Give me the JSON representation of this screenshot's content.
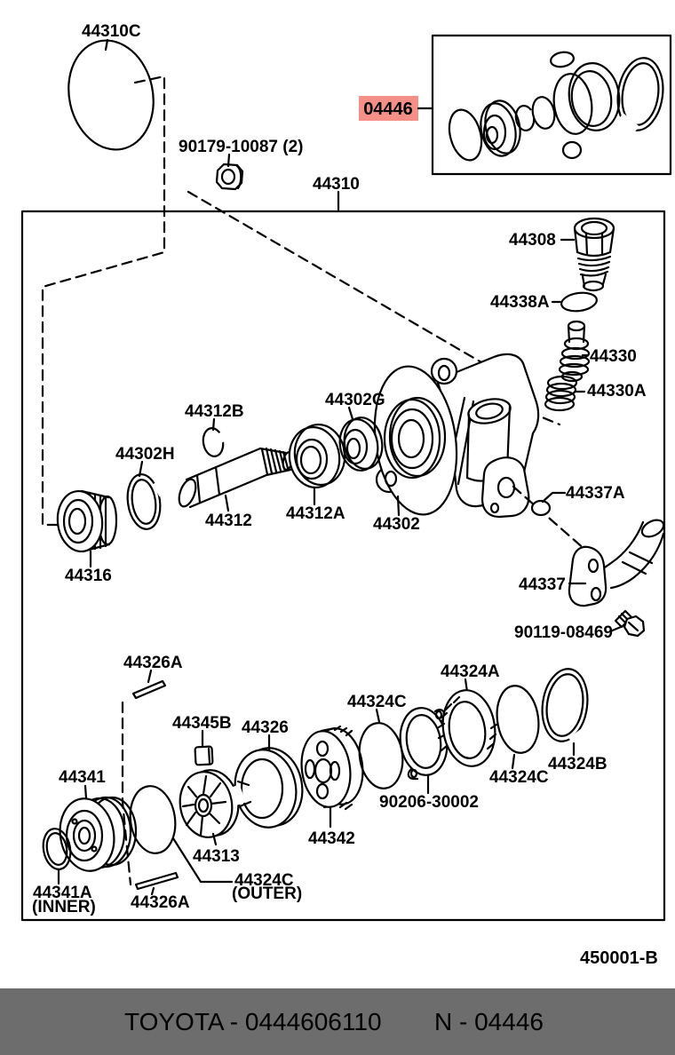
{
  "inset": {
    "highlight_label": "04446",
    "highlight_bg": "#F59089",
    "highlight_fg": "#7E0B0B"
  },
  "parts": {
    "p44310c": "44310C",
    "p90179": "90179-10087 (2)",
    "p44310": "44310",
    "p44308": "44308",
    "p44338a": "44338A",
    "p44330": "44330",
    "p44330a": "44330A",
    "p44302g": "44302G",
    "p44312b": "44312B",
    "p44302h": "44302H",
    "p44316": "44316",
    "p44312": "44312",
    "p44312a": "44312A",
    "p44302": "44302",
    "p44337a": "44337A",
    "p44337": "44337",
    "p90119": "90119-08469",
    "p44326a_top": "44326A",
    "p44345b": "44345B",
    "p44326": "44326",
    "p44324c_left": "44324C",
    "p44324a": "44324A",
    "p90206": "90206-30002",
    "p44324c_mid": "44324C",
    "p44324b": "44324B",
    "p44342": "44342",
    "p44313": "44313",
    "p44341": "44341",
    "p44341a": "44341A",
    "p44341a_note": "(INNER)",
    "p44326a_bottom": "44326A",
    "p44324c_outer": "44324C",
    "p44324c_outer_note": "(OUTER)"
  },
  "ref_code": "450001-B",
  "footer": {
    "brand_code": "TOYOTA - 0444606110",
    "part_code": "N - 04446",
    "bg": "#6D6D6D",
    "fg": "#FFFFFF"
  }
}
